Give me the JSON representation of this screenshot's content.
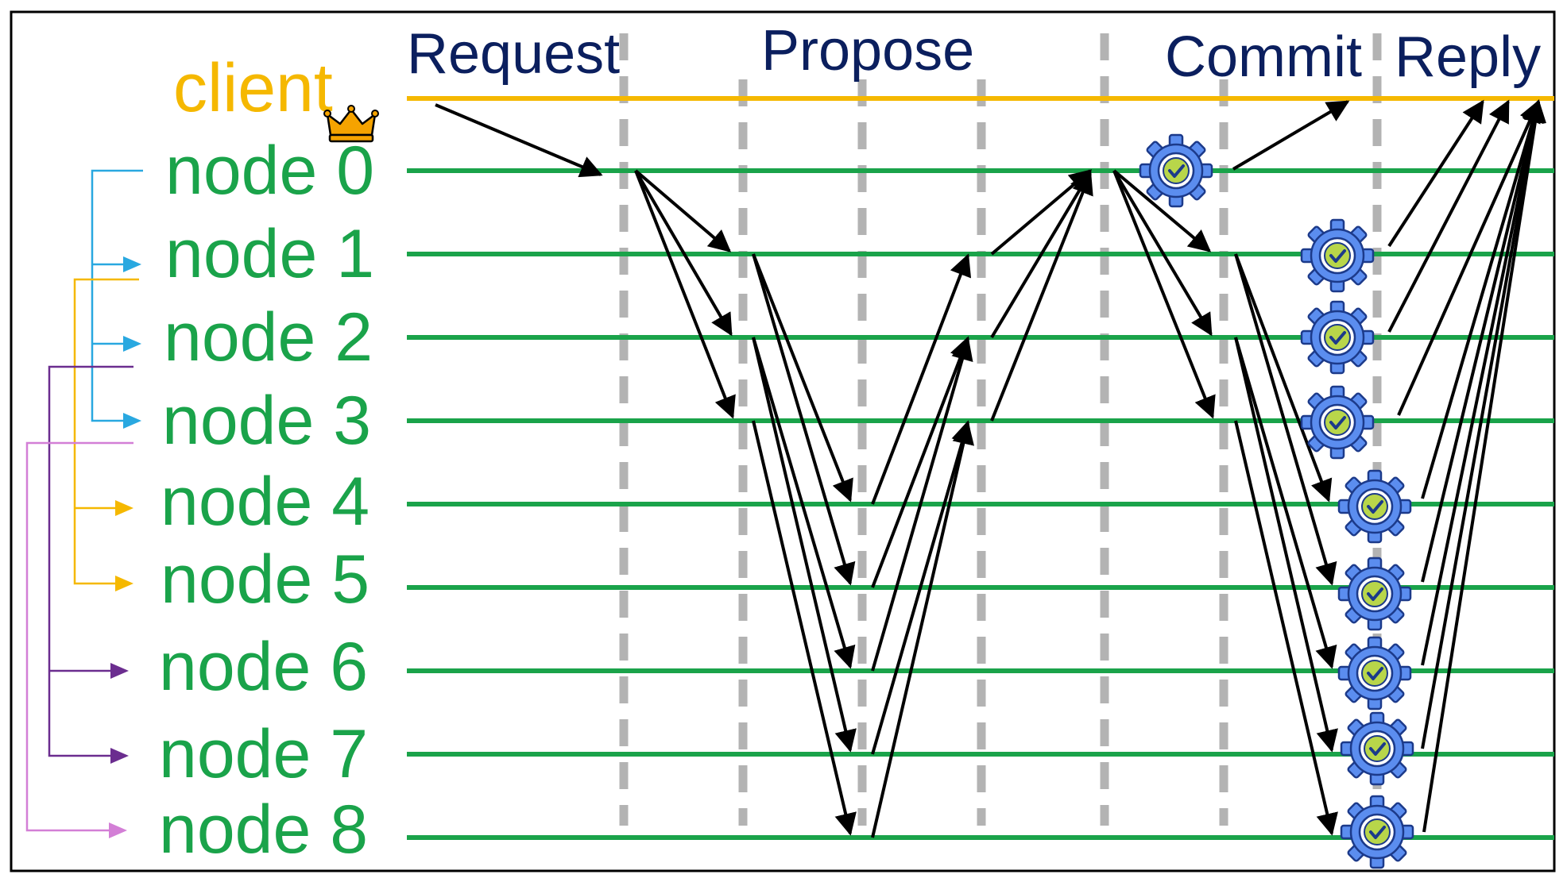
{
  "phases": [
    "Request",
    "Propose",
    "Commit",
    "Reply"
  ],
  "client": {
    "label": "client",
    "icon": "crown-icon"
  },
  "nodes": [
    "node 0",
    "node 1",
    "node 2",
    "node 3",
    "node 4",
    "node 5",
    "node 6",
    "node 7",
    "node 8"
  ],
  "commit_icon": "gear-check-icon",
  "colors": {
    "client": "#f5b800",
    "node": "#1aa34a",
    "phase": "#0b1f5e",
    "divider": "#b3b3b3",
    "arrow": "#000000",
    "gear": "#5b8def",
    "check": "#b8d64a",
    "bracket_blue": "#29a8e0",
    "bracket_yellow": "#f5b800",
    "bracket_purple": "#6b2d8f",
    "bracket_pink": "#d37fd6"
  }
}
